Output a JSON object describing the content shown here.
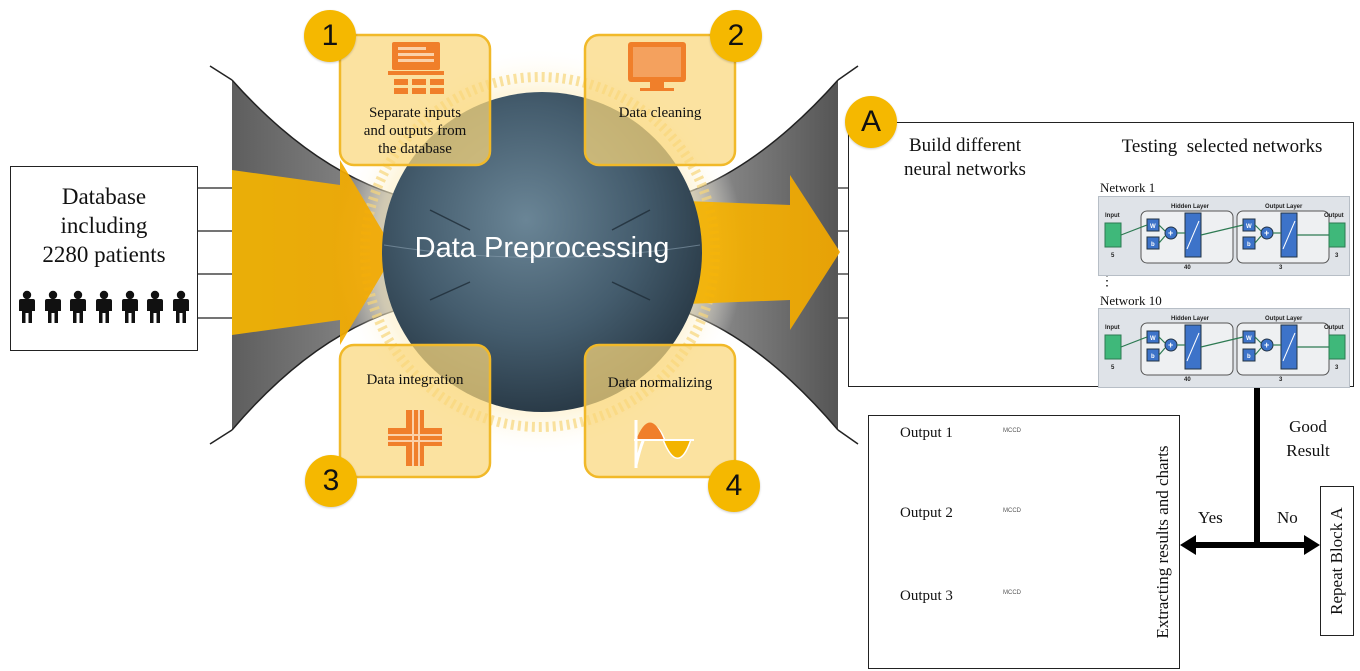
{
  "database": {
    "line1": "Database",
    "line2": "including",
    "line3": "2280 patients",
    "patient_icon_count": 7
  },
  "center": {
    "title": "Data Preprocessing"
  },
  "steps": [
    {
      "number": "1",
      "label_lines": [
        "Separate inputs",
        "and outputs from",
        "the database"
      ],
      "icon": "database-table-icon"
    },
    {
      "number": "2",
      "label_lines": [
        "Data cleaning"
      ],
      "icon": "computer-monitor-icon"
    },
    {
      "number": "3",
      "label_lines": [
        "Data integration"
      ],
      "icon": "integration-cross-icon"
    },
    {
      "number": "4",
      "label_lines": [
        "Data normalizing"
      ],
      "icon": "normal-curve-icon"
    }
  ],
  "block_a": {
    "badge": "A",
    "build_lines": [
      "Build different",
      "neural networks"
    ],
    "testing": "Testing  selected networks",
    "network_first": "Network 1",
    "network_last": "Network 10",
    "ellipsis": "⋮",
    "panel": {
      "input": "Input",
      "hidden": "Hidden Layer",
      "output_layer": "Output Layer",
      "output": "Output",
      "w": "W",
      "b": "b",
      "in_size": "5",
      "hidden_size": "40",
      "out_layer_size": "3",
      "out_size": "3"
    }
  },
  "outputs": {
    "items": [
      "Output 1",
      "Output 2",
      "Output 3"
    ],
    "side_label": "Extracting results and charts",
    "chart_title": "MCCD"
  },
  "decision": {
    "good_lines": [
      "Good",
      "Result"
    ],
    "yes": "Yes",
    "no": "No",
    "repeat": "Repeat Block A"
  },
  "colors": {
    "gold": "#f5b800",
    "orange": "#f07f2a",
    "funnel_gray": "#7f7f7f",
    "sphere": "#3f5566",
    "nn_blue": "#3d73c9",
    "nn_green": "#3fb87a",
    "series_blue": "#4472c4",
    "series_orange": "#ed7d31"
  }
}
